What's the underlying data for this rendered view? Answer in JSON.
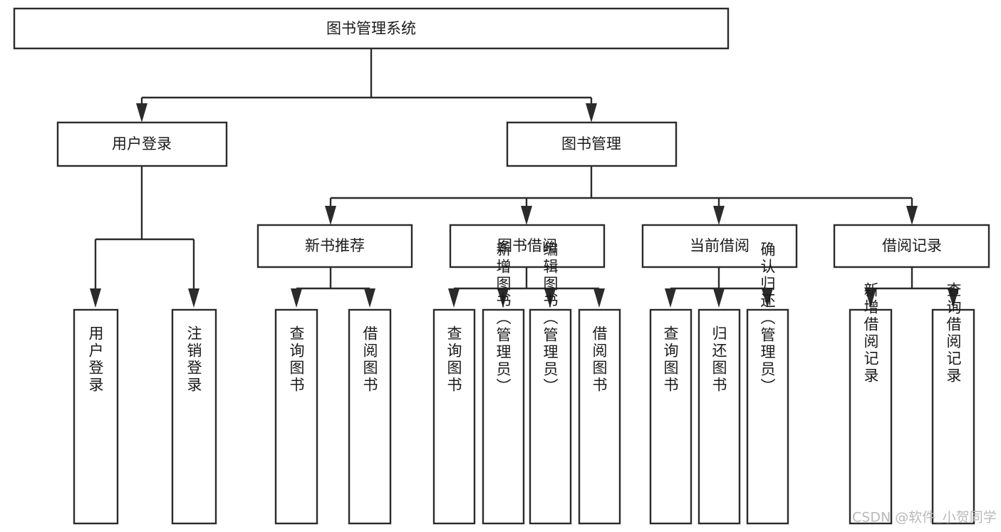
{
  "diagram": {
    "type": "tree-hierarchy-chart",
    "title_node": "图书管理系统",
    "background_color": "#ffffff",
    "box_stroke_color": "#2b2b2b",
    "box_fill_color": "#ffffff",
    "text_color": "#1a1a1a",
    "nodes": {
      "root": "图书管理系统",
      "level1": [
        "用户登录",
        "图书管理"
      ],
      "user_login_children": [
        "用户登录",
        "注销登录"
      ],
      "new_book_children": [
        "查询图书",
        "借阅图书"
      ],
      "book_borrow_children": [
        "查询图书",
        "新增图书（管理员）",
        "编辑图书（管理员）",
        "借阅图书"
      ],
      "current_borrow_children": [
        "查询图书",
        "归还图书",
        "确认归还（管理员）"
      ],
      "borrow_record_children": [
        "新增借阅记录",
        "查询借阅记录"
      ],
      "level2_book_mgmt": [
        "新书推荐",
        "图书借阅",
        "当前借阅",
        "借阅记录"
      ]
    }
  },
  "watermark": {
    "text": "CSDN @软件_小贺同学"
  }
}
